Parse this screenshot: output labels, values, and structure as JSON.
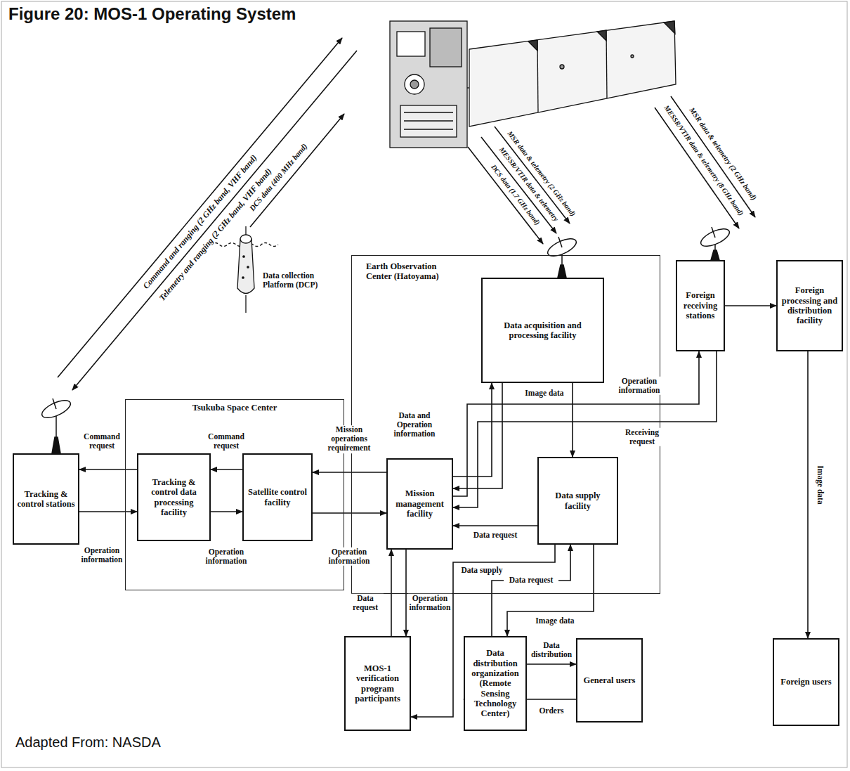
{
  "diagram": {
    "title": "Figure 20: MOS-1 Operating System",
    "caption": "Adapted From: NASDA",
    "nodes": [
      {
        "text": [
          "Tracking & control stations"
        ]
      },
      {
        "text": [
          "Tsukuba Space Center"
        ]
      },
      {
        "text": [
          "Tracking & control data processing facility"
        ],
        "in": 1
      },
      {
        "text": [
          "Satellite control facility"
        ],
        "in": 1
      },
      {
        "text": [
          "Earth Observation Center (Hatoyama)"
        ]
      },
      {
        "text": [
          "Data acquisition and processing facility"
        ],
        "in": 4
      },
      {
        "text": [
          "Mission management facility"
        ],
        "in": 4
      },
      {
        "text": [
          "Data supply facility"
        ],
        "in": 4
      },
      {
        "text": [
          "Foreign receiving stations"
        ]
      },
      {
        "text": [
          "Foreign processing and distribution facility"
        ]
      },
      {
        "text": [
          "MOS-1 verification program participants"
        ]
      },
      {
        "text": [
          "Data distribution organization (Remote Sensing Technology Center)"
        ]
      },
      {
        "text": [
          "General users"
        ]
      },
      {
        "text": [
          "Foreign users"
        ]
      }
    ],
    "edges": [
      {
        "from": 2,
        "to": 0,
        "arrow": "to",
        "label": "Command request"
      },
      {
        "from": 0,
        "to": 2,
        "arrow": "to",
        "label": "Operation information"
      },
      {
        "from": 3,
        "to": 2,
        "arrow": "to",
        "label": "Command request"
      },
      {
        "from": 2,
        "to": 3,
        "arrow": "to",
        "label": "Operation information"
      },
      {
        "from": 6,
        "to": 3,
        "arrow": "to",
        "label": "Mission operations requirement"
      },
      {
        "from": 3,
        "to": 6,
        "arrow": "to",
        "label": "Operation information"
      },
      {
        "from": 5,
        "to": 6,
        "arrow": "to",
        "label": "Data and Operation information"
      },
      {
        "from": 6,
        "to": 5,
        "arrow": "to"
      },
      {
        "from": 5,
        "to": 7,
        "arrow": "to",
        "label": "Image data"
      },
      {
        "from": 6,
        "to": 8,
        "arrow": "to",
        "label": "Operation information"
      },
      {
        "from": 8,
        "to": 6,
        "arrow": "to",
        "label": "Receiving request"
      },
      {
        "from": 7,
        "to": 6,
        "arrow": "to",
        "label": "Data request"
      },
      {
        "from": 7,
        "to": 10,
        "arrow": "to",
        "label": "Data supply"
      },
      {
        "from": 11,
        "to": 7,
        "arrow": "to",
        "label": "Data request"
      },
      {
        "from": 7,
        "to": 11,
        "arrow": "to",
        "label": "Image data"
      },
      {
        "from": 10,
        "to": 6,
        "arrow": "to",
        "label": "Data request"
      },
      {
        "from": 6,
        "to": 10,
        "arrow": "to",
        "label": "Operation information"
      },
      {
        "from": 11,
        "to": 12,
        "arrow": "to",
        "label": "Data distribution"
      },
      {
        "from": 12,
        "to": 11,
        "arrow": "to",
        "label": "Orders"
      },
      {
        "from": 8,
        "to": 9,
        "arrow": "to"
      },
      {
        "from": 9,
        "to": 13,
        "arrow": "to",
        "label": "Image data"
      }
    ],
    "labels": [
      "Command and ranging (2 GHz band, VHF band)",
      "Telemetry and ranging (2 GHz band, VHF band)",
      "DCS data (400 MHz band)",
      "Data collection Platform (DCP)",
      "MSR data & telemetry (2 GHz band)",
      "MESSR/VTIR data & telemetry",
      "DCS data (1.7 GHz band)",
      "MSR data & telemetry (2 GHz band)",
      "MESSR/VTIR data & telemetry (8 GHz band)"
    ]
  }
}
